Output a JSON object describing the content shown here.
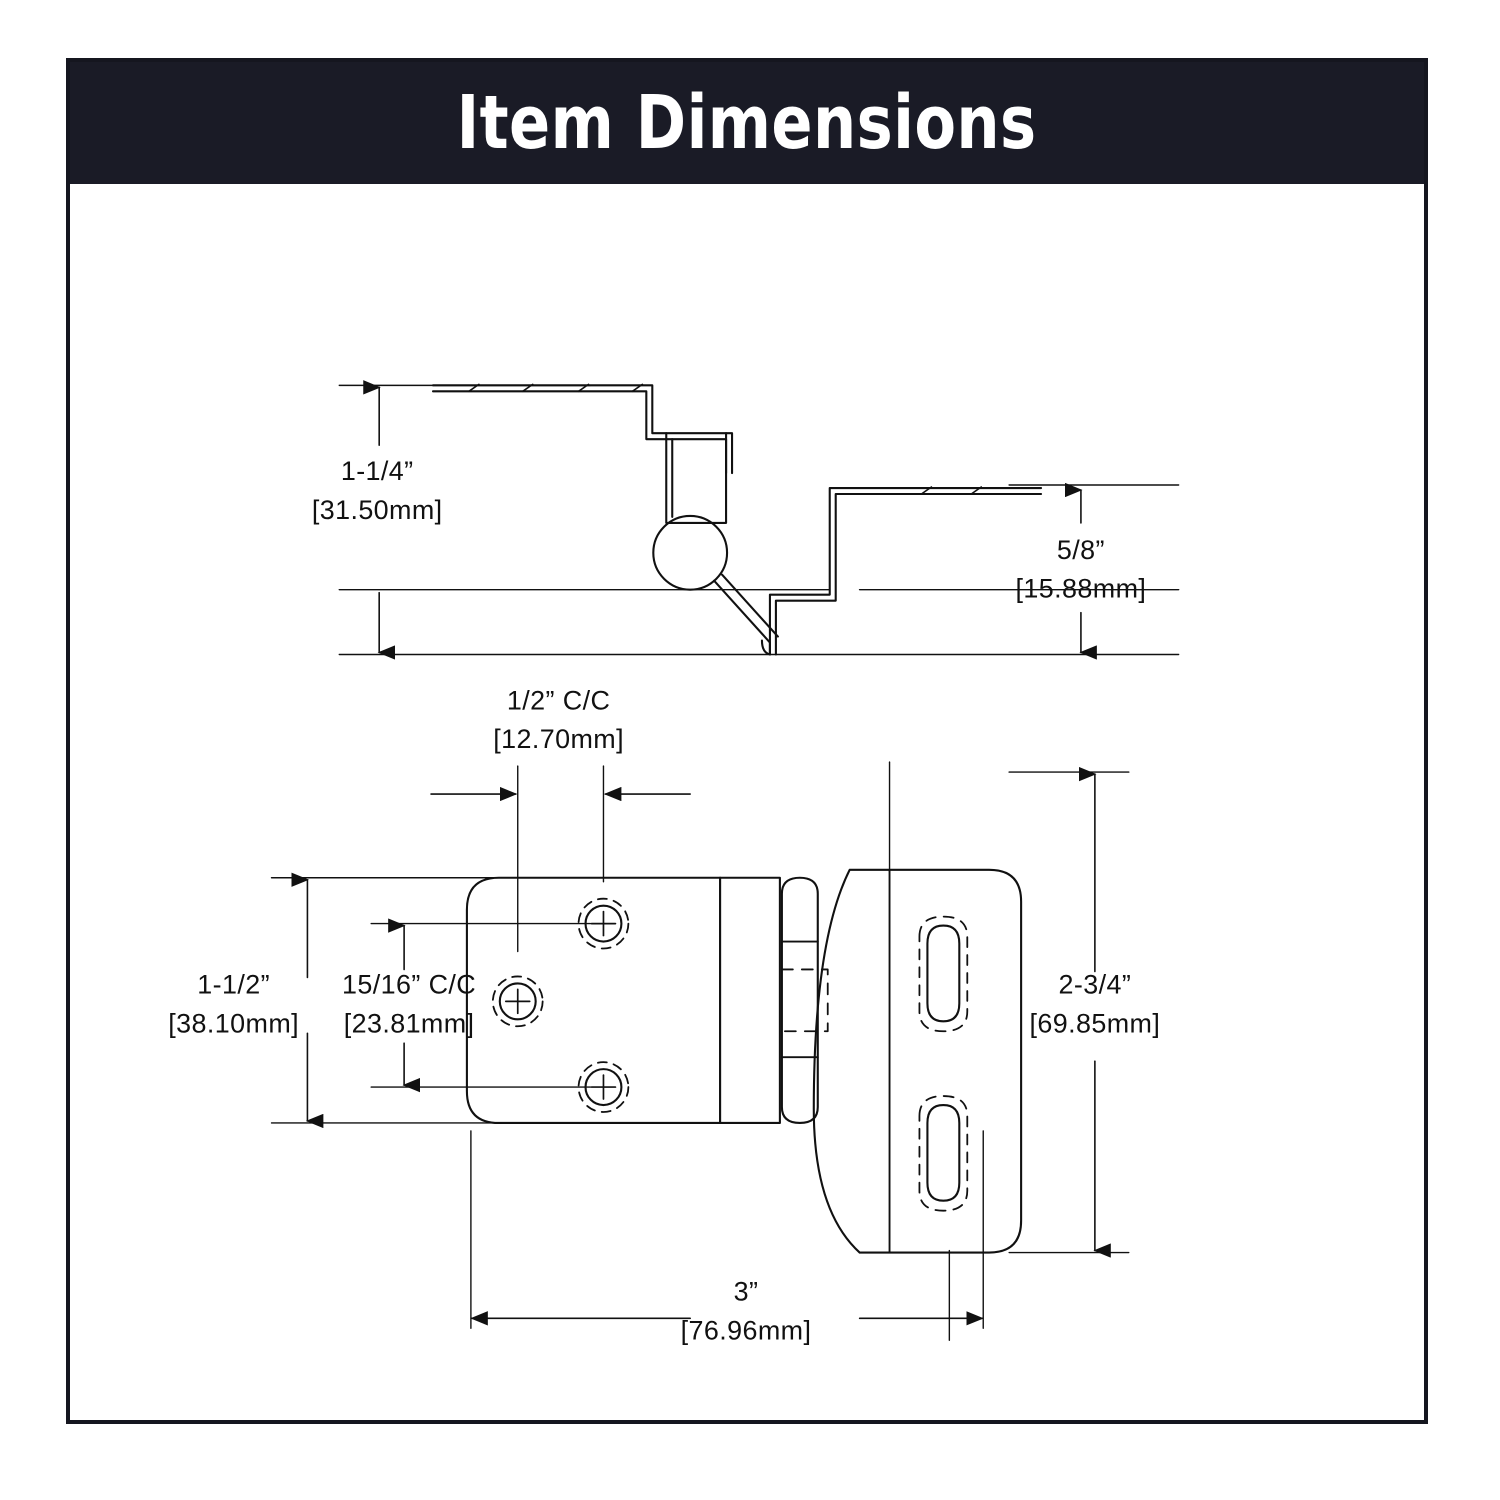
{
  "banner": {
    "title": "Item Dimensions"
  },
  "drawing": {
    "type": "technical-dimension-drawing",
    "subject": "cabinet hinge / knob assembly",
    "views": [
      {
        "name": "side-profile-view",
        "position": "top"
      },
      {
        "name": "face-plan-view",
        "position": "bottom"
      }
    ]
  },
  "dimensions": {
    "side_view_height": {
      "imperial": "1-1/4”",
      "metric": "[31.50mm]",
      "value_in": 1.25,
      "value_mm": 31.5,
      "orientation": "vertical",
      "view": "side-profile-view"
    },
    "side_view_offset": {
      "imperial": "5/8”",
      "metric": "[15.88mm]",
      "value_in": 0.625,
      "value_mm": 15.88,
      "orientation": "vertical",
      "view": "side-profile-view"
    },
    "hole_spacing_horizontal": {
      "imperial": "1/2” C/C",
      "metric": "[12.70mm]",
      "value_in": 0.5,
      "value_mm": 12.7,
      "orientation": "horizontal",
      "view": "face-plan-view"
    },
    "plate_height": {
      "imperial": "1-1/2”",
      "metric": "[38.10mm]",
      "value_in": 1.5,
      "value_mm": 38.1,
      "orientation": "vertical",
      "view": "face-plan-view"
    },
    "hole_spacing_vertical": {
      "imperial": "15/16” C/C",
      "metric": "[23.81mm]",
      "value_in": 0.9375,
      "value_mm": 23.81,
      "orientation": "vertical",
      "view": "face-plan-view"
    },
    "knob_height": {
      "imperial": "2-3/4”",
      "metric": "[69.85mm]",
      "value_in": 2.75,
      "value_mm": 69.85,
      "orientation": "vertical",
      "view": "face-plan-view"
    },
    "overall_width": {
      "imperial": "3”",
      "metric": "[76.96mm]",
      "value_in": 3.0,
      "value_mm": 76.96,
      "orientation": "horizontal",
      "view": "face-plan-view"
    }
  },
  "colors": {
    "banner_background": "#1a1b26",
    "banner_text": "#ffffff",
    "frame_border": "#15161f",
    "line": "#111111",
    "page_background": "#ffffff"
  }
}
